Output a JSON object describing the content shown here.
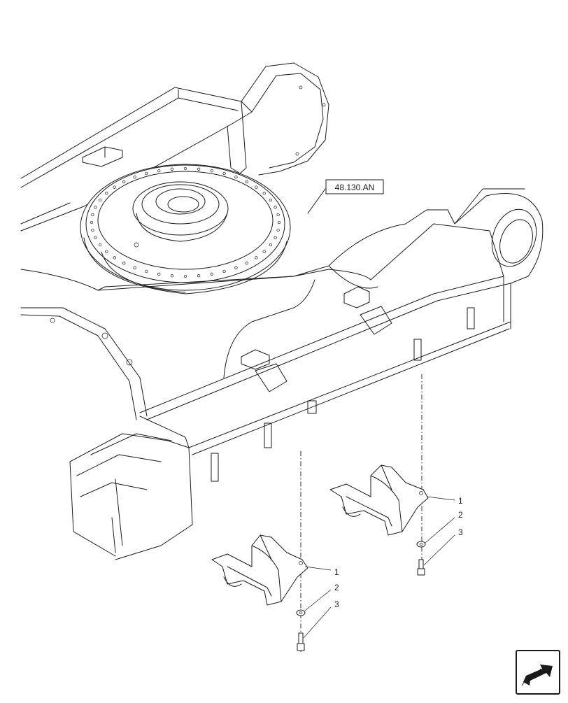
{
  "reference_label": "48.130.AN",
  "callouts": [
    {
      "id": "guide-1-upper",
      "number": "1"
    },
    {
      "id": "washer-2-upper",
      "number": "2"
    },
    {
      "id": "bolt-3-upper",
      "number": "3"
    },
    {
      "id": "guide-1-lower",
      "number": "1"
    },
    {
      "id": "washer-2-lower",
      "number": "2"
    },
    {
      "id": "bolt-3-lower",
      "number": "3"
    }
  ],
  "nav_icon": "next-page-arrow-icon"
}
